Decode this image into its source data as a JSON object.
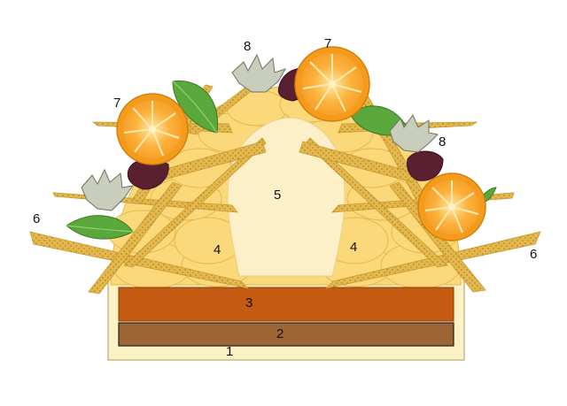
{
  "diagram": {
    "labels": {
      "base": "1",
      "bottom_layer": "2",
      "middle_layer": "3",
      "disc_left": "4",
      "disc_right": "4",
      "cream_center": "5",
      "stick_left": "6",
      "stick_right": "6",
      "orange_left": "7",
      "orange_top": "7",
      "herb_top": "8",
      "herb_right": "8"
    },
    "colors": {
      "background": "#ffffff",
      "base_fill": "#fdf2c4",
      "base_stroke": "#b8a880",
      "bottom_layer": "#9c6535",
      "middle_layer": "#c55a12",
      "disc_fill": "#fbd97a",
      "disc_stroke": "#e6b84e",
      "cream": "#fdf0c8",
      "stick_fill": "#e3b84c",
      "stick_dot": "#b8862a",
      "orange_rind": "#f59b1c",
      "orange_flesh": "#fcb23c",
      "basil": "#5aa83c",
      "purple_leaf": "#5a2030",
      "herb": "#c8cdbc"
    },
    "icons": [
      "orange-slice-icon",
      "basil-leaf-icon",
      "herb-sprig-icon",
      "purple-leaf-icon"
    ]
  }
}
